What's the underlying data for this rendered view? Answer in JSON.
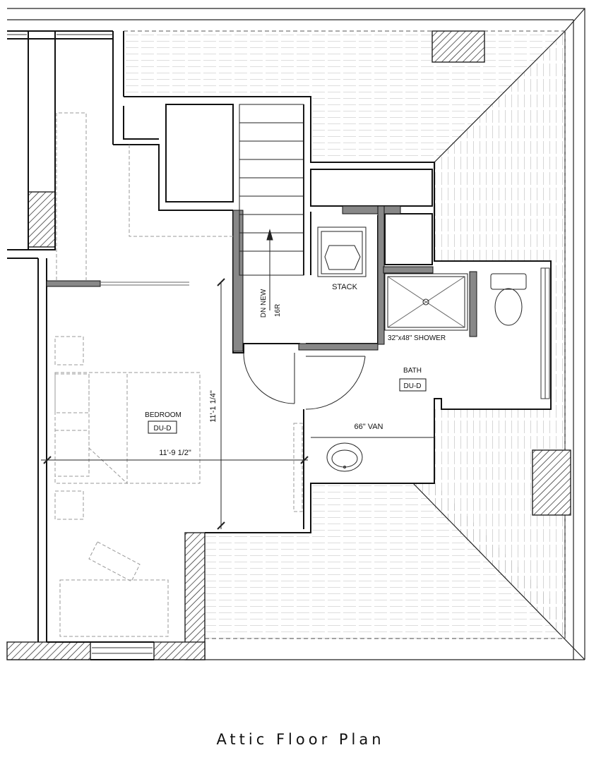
{
  "drawing": {
    "title": "Attic Floor Plan",
    "rooms": {
      "bedroom": {
        "name": "BEDROOM",
        "tag": "DU-D"
      },
      "bath": {
        "name": "BATH",
        "tag": "DU-D"
      }
    },
    "labels": {
      "stack": "STACK",
      "shower": "32\"x48\" SHOWER",
      "vanity": "66\" VAN",
      "stair_dn": "DN NEW",
      "stair_risers": "16R"
    },
    "dimensions": {
      "bedroom_width": "11'-9 1/2\"",
      "bedroom_depth": "11'-1 1/4\""
    }
  }
}
